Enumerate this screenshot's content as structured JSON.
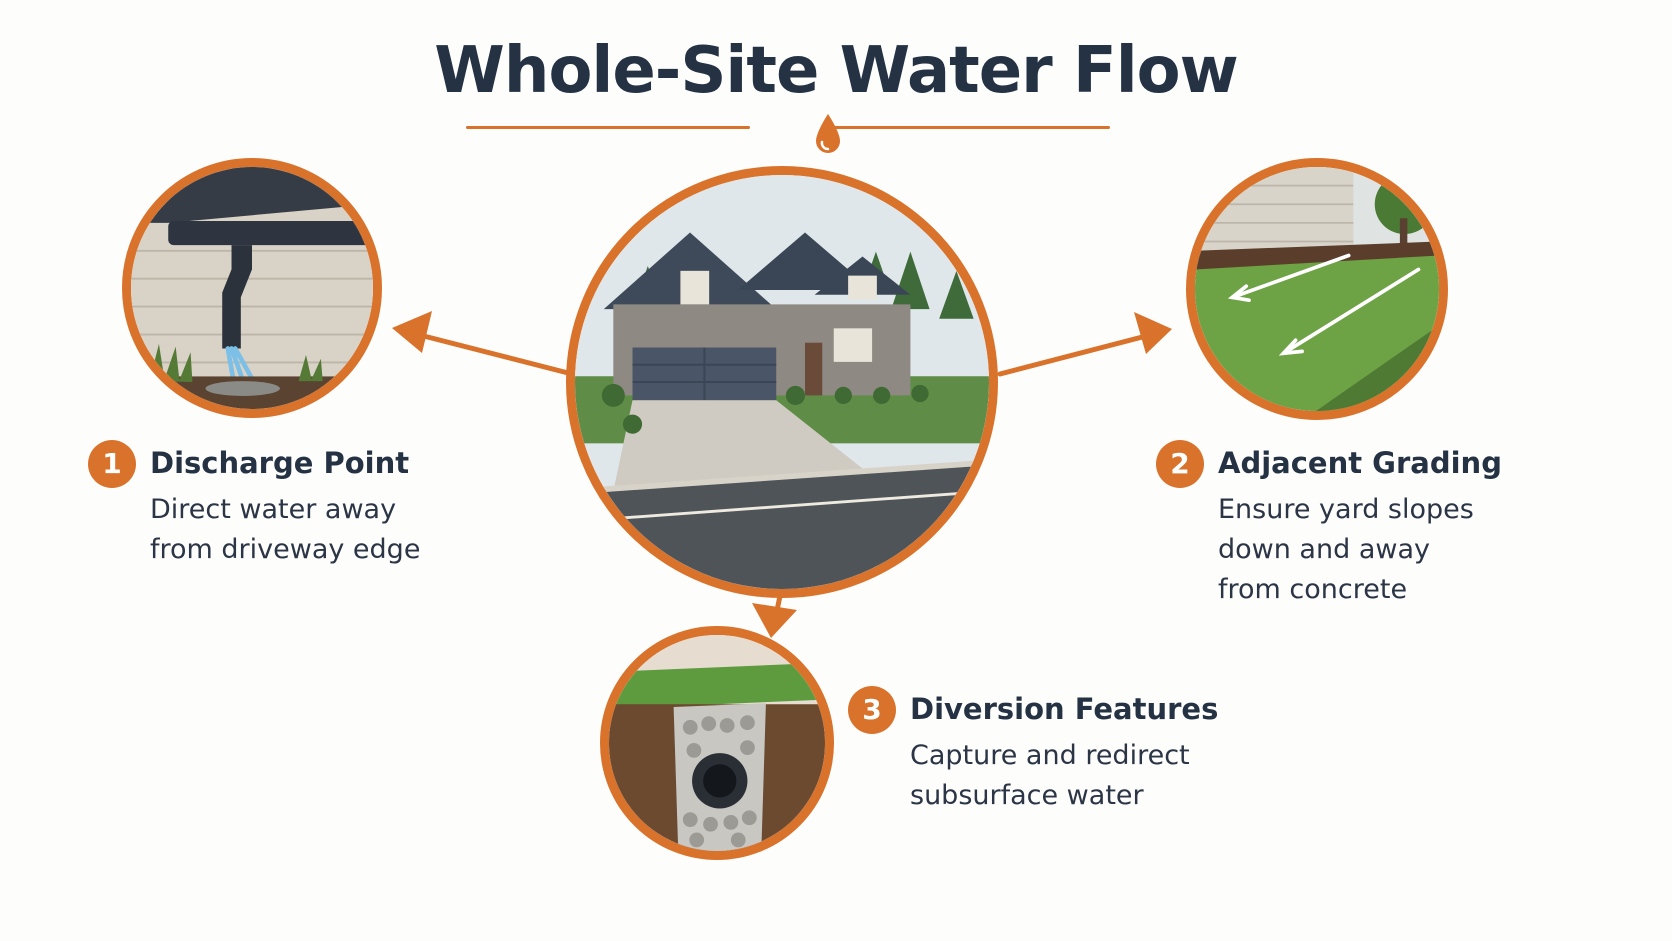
{
  "title": "Whole-Site Water Flow",
  "colors": {
    "accent": "#d9722b",
    "title_text": "#243243",
    "body_text": "#2b3545",
    "background": "#fdfdfc"
  },
  "icons": {
    "title_ornament": "water-drop-icon",
    "center": "house-driveway-illustration"
  },
  "steps": [
    {
      "number": "1",
      "title": "Discharge Point",
      "description_lines": [
        "Direct water away",
        "from driveway edge"
      ],
      "illustration": "downspout-discharge-illustration"
    },
    {
      "number": "2",
      "title": "Adjacent Grading",
      "description_lines": [
        "Ensure yard slopes",
        "down and away",
        "from concrete"
      ],
      "illustration": "sloped-lawn-illustration"
    },
    {
      "number": "3",
      "title": "Diversion Features",
      "description_lines": [
        "Capture and redirect",
        "subsurface water"
      ],
      "illustration": "french-drain-illustration"
    }
  ]
}
